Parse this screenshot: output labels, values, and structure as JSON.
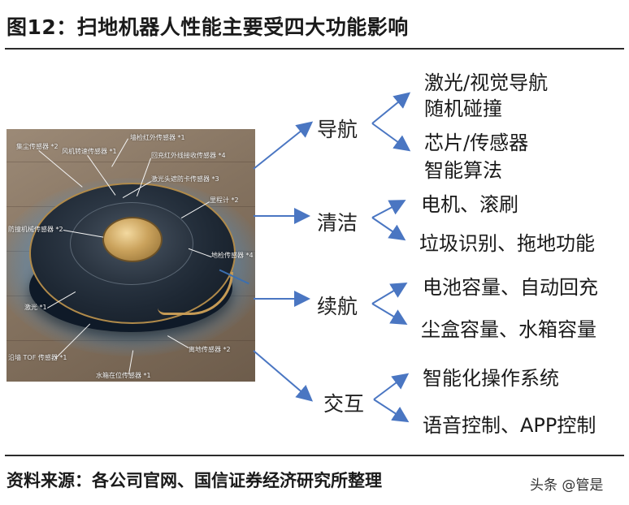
{
  "header": {
    "title": "图12：扫地机器人性能主要受四大功能影响"
  },
  "footer": {
    "source": "资料来源：各公司官网、国信证券经济研究所整理",
    "watermark": "头条 @管是"
  },
  "photo": {
    "callouts": [
      "墙检红外传感器 *1",
      "集尘传感器 *2",
      "风机转速传感器 *1",
      "回充红外线接收传感器 *4",
      "激光头遮防卡传感器 *3",
      "里程计 *2",
      "防撞机械传感器 *2",
      "地检传感器 *4",
      "激光 *1",
      "沿墙 TOF 传感器 *1",
      "离地传感器 *2",
      "水箱在位传感器 *1"
    ]
  },
  "categories": [
    {
      "name": "导航",
      "items": [
        "激光/视觉导航",
        "随机碰撞",
        "芯片/传感器",
        "智能算法"
      ]
    },
    {
      "name": "清洁",
      "items": [
        "电机、滚刷",
        "垃圾识别、拖地功能"
      ]
    },
    {
      "name": "续航",
      "items": [
        "电池容量、自动回充",
        "尘盒容量、水箱容量"
      ]
    },
    {
      "name": "交互",
      "items": [
        "智能化操作系统",
        "语音控制、APP控制"
      ]
    }
  ],
  "colors": {
    "arrow": "#4a76c2",
    "rule": "#2b2b2b",
    "accent_gold": "#caa25c"
  }
}
